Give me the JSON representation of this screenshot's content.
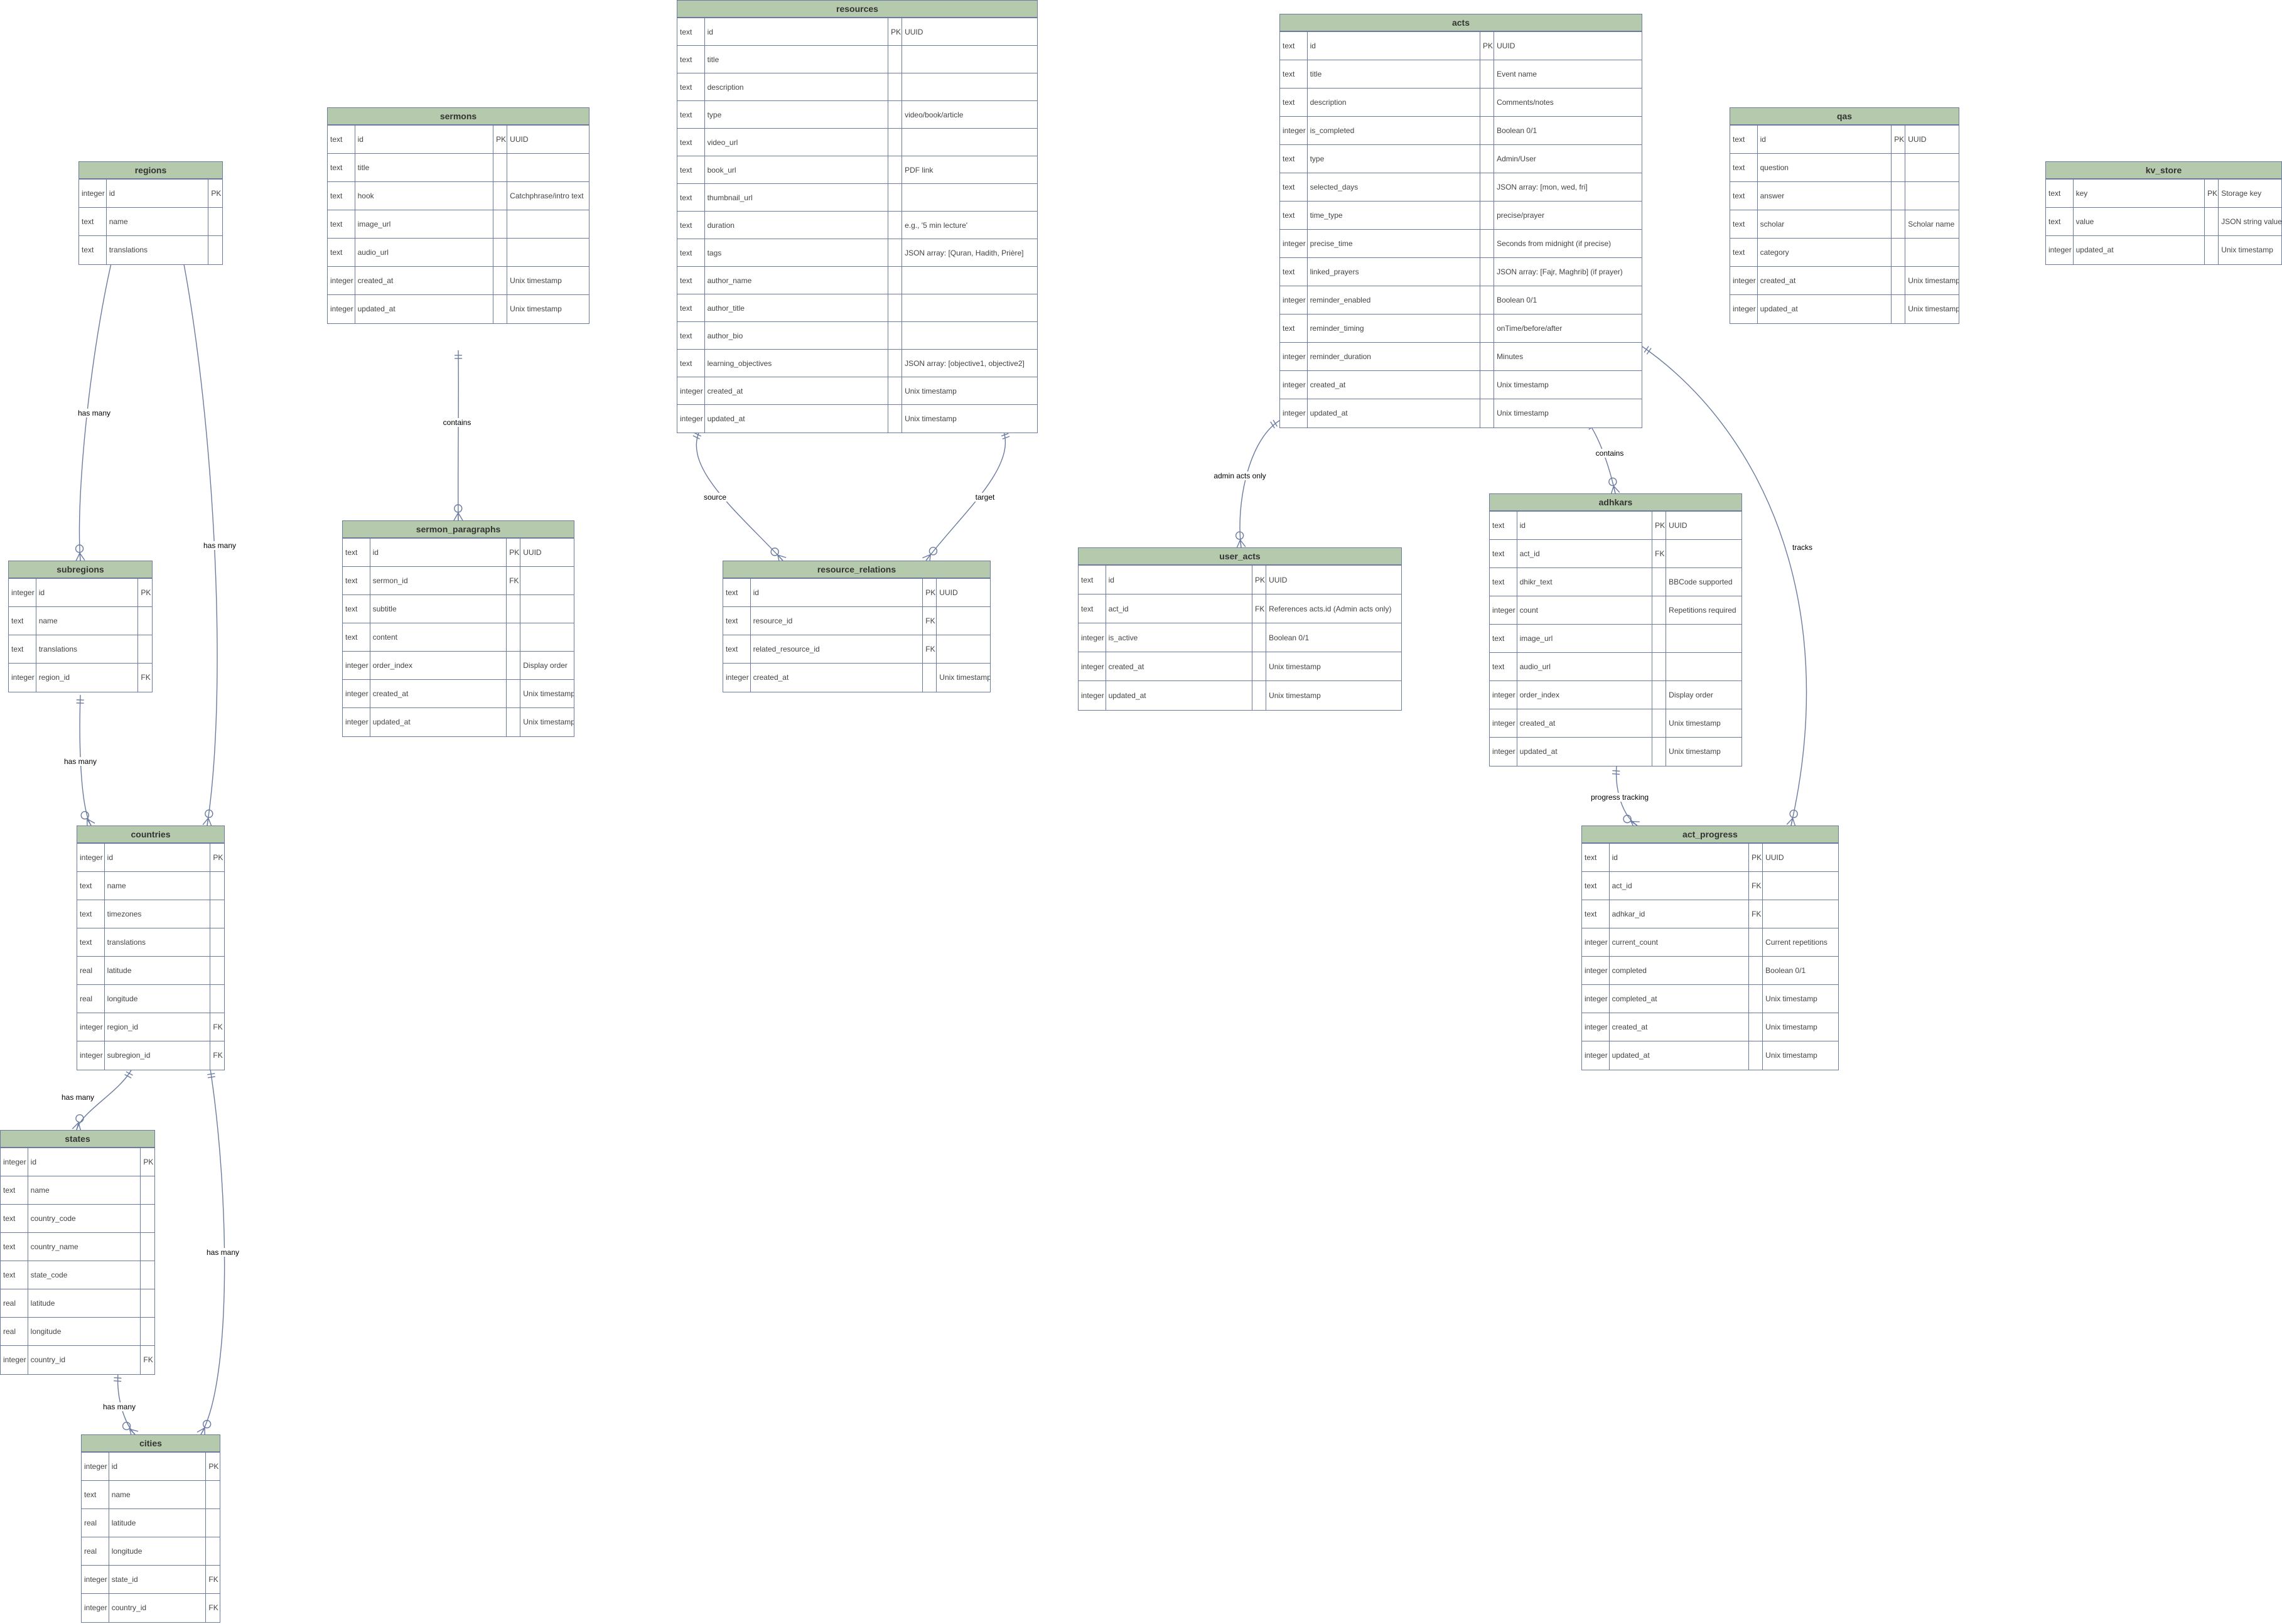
{
  "entities": [
    {
      "id": "regions",
      "name": "regions",
      "fields": [
        [
          "integer",
          "id",
          "PK",
          ""
        ],
        [
          "text",
          "name",
          "",
          ""
        ],
        [
          "text",
          "translations",
          "",
          ""
        ]
      ]
    },
    {
      "id": "subregions",
      "name": "subregions",
      "fields": [
        [
          "integer",
          "id",
          "PK",
          ""
        ],
        [
          "text",
          "name",
          "",
          ""
        ],
        [
          "text",
          "translations",
          "",
          ""
        ],
        [
          "integer",
          "region_id",
          "FK",
          ""
        ]
      ]
    },
    {
      "id": "countries",
      "name": "countries",
      "fields": [
        [
          "integer",
          "id",
          "PK",
          ""
        ],
        [
          "text",
          "name",
          "",
          ""
        ],
        [
          "text",
          "timezones",
          "",
          ""
        ],
        [
          "text",
          "translations",
          "",
          ""
        ],
        [
          "real",
          "latitude",
          "",
          ""
        ],
        [
          "real",
          "longitude",
          "",
          ""
        ],
        [
          "integer",
          "region_id",
          "FK",
          ""
        ],
        [
          "integer",
          "subregion_id",
          "FK",
          ""
        ]
      ]
    },
    {
      "id": "states",
      "name": "states",
      "fields": [
        [
          "integer",
          "id",
          "PK",
          ""
        ],
        [
          "text",
          "name",
          "",
          ""
        ],
        [
          "text",
          "country_code",
          "",
          ""
        ],
        [
          "text",
          "country_name",
          "",
          ""
        ],
        [
          "text",
          "state_code",
          "",
          ""
        ],
        [
          "real",
          "latitude",
          "",
          ""
        ],
        [
          "real",
          "longitude",
          "",
          ""
        ],
        [
          "integer",
          "country_id",
          "FK",
          ""
        ]
      ]
    },
    {
      "id": "cities",
      "name": "cities",
      "fields": [
        [
          "integer",
          "id",
          "PK",
          ""
        ],
        [
          "text",
          "name",
          "",
          ""
        ],
        [
          "real",
          "latitude",
          "",
          ""
        ],
        [
          "real",
          "longitude",
          "",
          ""
        ],
        [
          "integer",
          "state_id",
          "FK",
          ""
        ],
        [
          "integer",
          "country_id",
          "FK",
          ""
        ]
      ]
    },
    {
      "id": "sermons",
      "name": "sermons",
      "fields": [
        [
          "text",
          "id",
          "PK",
          "UUID"
        ],
        [
          "text",
          "title",
          "",
          ""
        ],
        [
          "text",
          "hook",
          "",
          "Catchphrase/intro text"
        ],
        [
          "text",
          "image_url",
          "",
          ""
        ],
        [
          "text",
          "audio_url",
          "",
          ""
        ],
        [
          "integer",
          "created_at",
          "",
          "Unix timestamp"
        ],
        [
          "integer",
          "updated_at",
          "",
          "Unix timestamp"
        ]
      ]
    },
    {
      "id": "sermon_paragraphs",
      "name": "sermon_paragraphs",
      "fields": [
        [
          "text",
          "id",
          "PK",
          "UUID"
        ],
        [
          "text",
          "sermon_id",
          "FK",
          ""
        ],
        [
          "text",
          "subtitle",
          "",
          ""
        ],
        [
          "text",
          "content",
          "",
          ""
        ],
        [
          "integer",
          "order_index",
          "",
          "Display order"
        ],
        [
          "integer",
          "created_at",
          "",
          "Unix timestamp"
        ],
        [
          "integer",
          "updated_at",
          "",
          "Unix timestamp"
        ]
      ]
    },
    {
      "id": "resources",
      "name": "resources",
      "fields": [
        [
          "text",
          "id",
          "PK",
          "UUID"
        ],
        [
          "text",
          "title",
          "",
          ""
        ],
        [
          "text",
          "description",
          "",
          ""
        ],
        [
          "text",
          "type",
          "",
          "video/book/article"
        ],
        [
          "text",
          "video_url",
          "",
          ""
        ],
        [
          "text",
          "book_url",
          "",
          "PDF link"
        ],
        [
          "text",
          "thumbnail_url",
          "",
          ""
        ],
        [
          "text",
          "duration",
          "",
          "e.g., '5 min lecture'"
        ],
        [
          "text",
          "tags",
          "",
          "JSON array: [Quran, Hadith, Prière]"
        ],
        [
          "text",
          "author_name",
          "",
          ""
        ],
        [
          "text",
          "author_title",
          "",
          ""
        ],
        [
          "text",
          "author_bio",
          "",
          ""
        ],
        [
          "text",
          "learning_objectives",
          "",
          "JSON array: [objective1, objective2]"
        ],
        [
          "integer",
          "created_at",
          "",
          "Unix timestamp"
        ],
        [
          "integer",
          "updated_at",
          "",
          "Unix timestamp"
        ]
      ]
    },
    {
      "id": "resource_relations",
      "name": "resource_relations",
      "fields": [
        [
          "text",
          "id",
          "PK",
          "UUID"
        ],
        [
          "text",
          "resource_id",
          "FK",
          ""
        ],
        [
          "text",
          "related_resource_id",
          "FK",
          ""
        ],
        [
          "integer",
          "created_at",
          "",
          "Unix timestamp"
        ]
      ]
    },
    {
      "id": "acts",
      "name": "acts",
      "fields": [
        [
          "text",
          "id",
          "PK",
          "UUID"
        ],
        [
          "text",
          "title",
          "",
          "Event name"
        ],
        [
          "text",
          "description",
          "",
          "Comments/notes"
        ],
        [
          "integer",
          "is_completed",
          "",
          "Boolean 0/1"
        ],
        [
          "text",
          "type",
          "",
          "Admin/User"
        ],
        [
          "text",
          "selected_days",
          "",
          "JSON array: [mon, wed, fri]"
        ],
        [
          "text",
          "time_type",
          "",
          "precise/prayer"
        ],
        [
          "integer",
          "precise_time",
          "",
          "Seconds from midnight (if precise)"
        ],
        [
          "text",
          "linked_prayers",
          "",
          "JSON array: [Fajr, Maghrib] (if prayer)"
        ],
        [
          "integer",
          "reminder_enabled",
          "",
          "Boolean 0/1"
        ],
        [
          "text",
          "reminder_timing",
          "",
          "onTime/before/after"
        ],
        [
          "integer",
          "reminder_duration",
          "",
          "Minutes"
        ],
        [
          "integer",
          "created_at",
          "",
          "Unix timestamp"
        ],
        [
          "integer",
          "updated_at",
          "",
          "Unix timestamp"
        ]
      ]
    },
    {
      "id": "user_acts",
      "name": "user_acts",
      "fields": [
        [
          "text",
          "id",
          "PK",
          "UUID"
        ],
        [
          "text",
          "act_id",
          "FK",
          "References acts.id (Admin acts only)"
        ],
        [
          "integer",
          "is_active",
          "",
          "Boolean 0/1"
        ],
        [
          "integer",
          "created_at",
          "",
          "Unix timestamp"
        ],
        [
          "integer",
          "updated_at",
          "",
          "Unix timestamp"
        ]
      ]
    },
    {
      "id": "adhkars",
      "name": "adhkars",
      "fields": [
        [
          "text",
          "id",
          "PK",
          "UUID"
        ],
        [
          "text",
          "act_id",
          "FK",
          ""
        ],
        [
          "text",
          "dhikr_text",
          "",
          "BBCode supported"
        ],
        [
          "integer",
          "count",
          "",
          "Repetitions required"
        ],
        [
          "text",
          "image_url",
          "",
          ""
        ],
        [
          "text",
          "audio_url",
          "",
          ""
        ],
        [
          "integer",
          "order_index",
          "",
          "Display order"
        ],
        [
          "integer",
          "created_at",
          "",
          "Unix timestamp"
        ],
        [
          "integer",
          "updated_at",
          "",
          "Unix timestamp"
        ]
      ]
    },
    {
      "id": "act_progress",
      "name": "act_progress",
      "fields": [
        [
          "text",
          "id",
          "PK",
          "UUID"
        ],
        [
          "text",
          "act_id",
          "FK",
          ""
        ],
        [
          "text",
          "adhkar_id",
          "FK",
          ""
        ],
        [
          "integer",
          "current_count",
          "",
          "Current repetitions"
        ],
        [
          "integer",
          "completed",
          "",
          "Boolean 0/1"
        ],
        [
          "integer",
          "completed_at",
          "",
          "Unix timestamp"
        ],
        [
          "integer",
          "created_at",
          "",
          "Unix timestamp"
        ],
        [
          "integer",
          "updated_at",
          "",
          "Unix timestamp"
        ]
      ]
    },
    {
      "id": "qas",
      "name": "qas",
      "fields": [
        [
          "text",
          "id",
          "PK",
          "UUID"
        ],
        [
          "text",
          "question",
          "",
          ""
        ],
        [
          "text",
          "answer",
          "",
          ""
        ],
        [
          "text",
          "scholar",
          "",
          "Scholar name"
        ],
        [
          "text",
          "category",
          "",
          ""
        ],
        [
          "integer",
          "created_at",
          "",
          "Unix timestamp"
        ],
        [
          "integer",
          "updated_at",
          "",
          "Unix timestamp"
        ]
      ]
    },
    {
      "id": "kv_store",
      "name": "kv_store",
      "fields": [
        [
          "text",
          "key",
          "PK",
          "Storage key"
        ],
        [
          "text",
          "value",
          "",
          "JSON string value"
        ],
        [
          "integer",
          "updated_at",
          "",
          "Unix timestamp"
        ]
      ]
    }
  ],
  "relationships": [
    {
      "from": "regions",
      "to": "subregions",
      "label": "has many"
    },
    {
      "from": "regions",
      "to": "countries",
      "label": "has many"
    },
    {
      "from": "subregions",
      "to": "countries",
      "label": "has many"
    },
    {
      "from": "countries",
      "to": "states",
      "label": "has many"
    },
    {
      "from": "countries",
      "to": "cities",
      "label": "has many"
    },
    {
      "from": "states",
      "to": "cities",
      "label": "has many"
    },
    {
      "from": "sermons",
      "to": "sermon_paragraphs",
      "label": "contains"
    },
    {
      "from": "resources",
      "to": "resource_relations",
      "label": "source"
    },
    {
      "from": "resources",
      "to": "resource_relations",
      "label": "target"
    },
    {
      "from": "acts",
      "to": "user_acts",
      "label": "admin acts only"
    },
    {
      "from": "acts",
      "to": "adhkars",
      "label": "contains"
    },
    {
      "from": "acts",
      "to": "act_progress",
      "label": "tracks"
    },
    {
      "from": "adhkars",
      "to": "act_progress",
      "label": "progress tracking"
    }
  ]
}
